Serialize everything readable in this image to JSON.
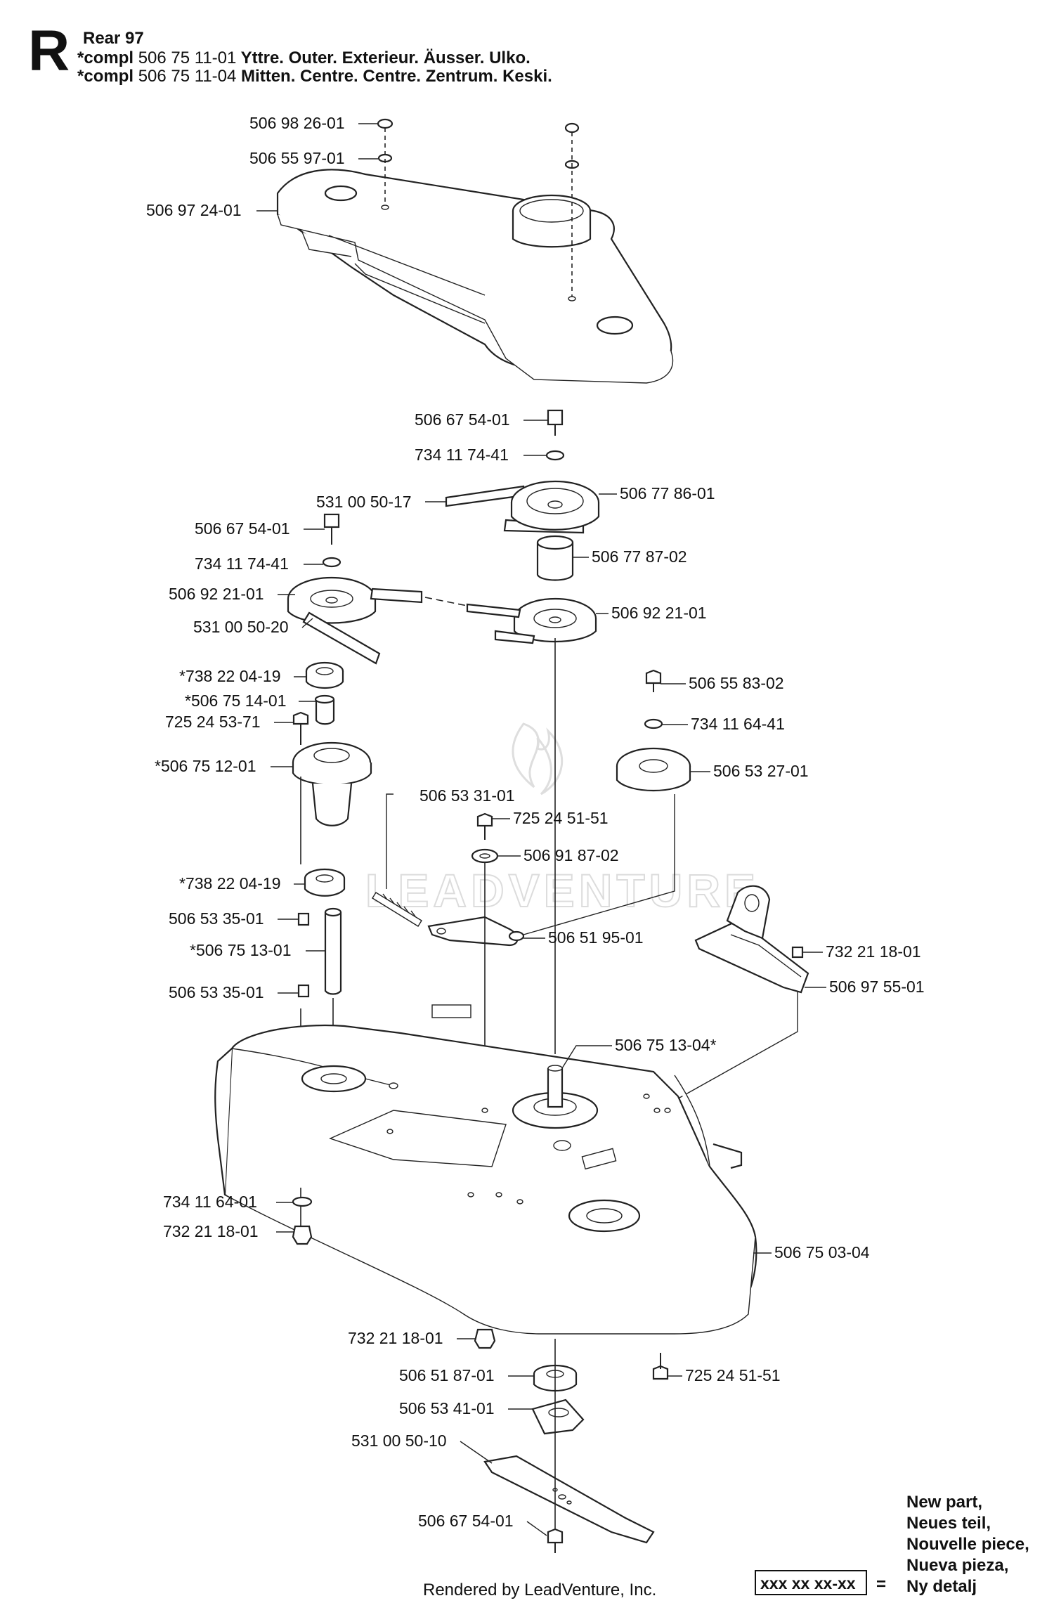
{
  "header": {
    "section_letter": "R",
    "title": "Rear 97",
    "lines": [
      {
        "prefix": "*compl",
        "number": "506 75 11-01",
        "text": "Yttre. Outer. Exterieur. Äusser. Ulko."
      },
      {
        "prefix": "*compl",
        "number": "506 75 11-04",
        "text": "Mitten. Centre. Centre. Zentrum. Keski."
      }
    ]
  },
  "parts": [
    "506 98 26-01",
    "506 55 97-01",
    "506 97 24-01",
    "506 67 54-01",
    "734 11 74-41",
    "531 00 50-17",
    "506 77 86-01",
    "506 67 54-01",
    "506 77 87-02",
    "734 11 74-41",
    "506 92 21-01",
    "531 00 50-20",
    "506 92 21-01",
    "*738 22 04-19",
    "506 55 83-02",
    "*506 75 14-01",
    "734 11 64-41",
    "725 24 53-71",
    "*506 75 12-01",
    "506 53 27-01",
    "506 53 31-01",
    "725 24 51-51",
    "506 91 87-02",
    "*738 22 04-19",
    "506 53 35-01",
    "506 51 95-01",
    "*506 75 13-01",
    "732 21 18-01",
    "506 53 35-01",
    "506 97 55-01",
    "506 75 13-04*",
    "734 11 64-01",
    "732 21 18-01",
    "506 75 03-04",
    "732 21 18-01",
    "506 51 87-01",
    "725 24 51-51",
    "506 53 41-01",
    "531 00 50-10",
    "506 67 54-01"
  ],
  "legend": {
    "box_text": "xxx xx xx-xx",
    "equals": "=",
    "lines": [
      "New part,",
      "Neues teil,",
      "Nouvelle piece,",
      "Nueva pieza,",
      "Ny detalj"
    ]
  },
  "watermark": "LEADVENTURE",
  "footer": "Rendered by LeadVenture, Inc."
}
